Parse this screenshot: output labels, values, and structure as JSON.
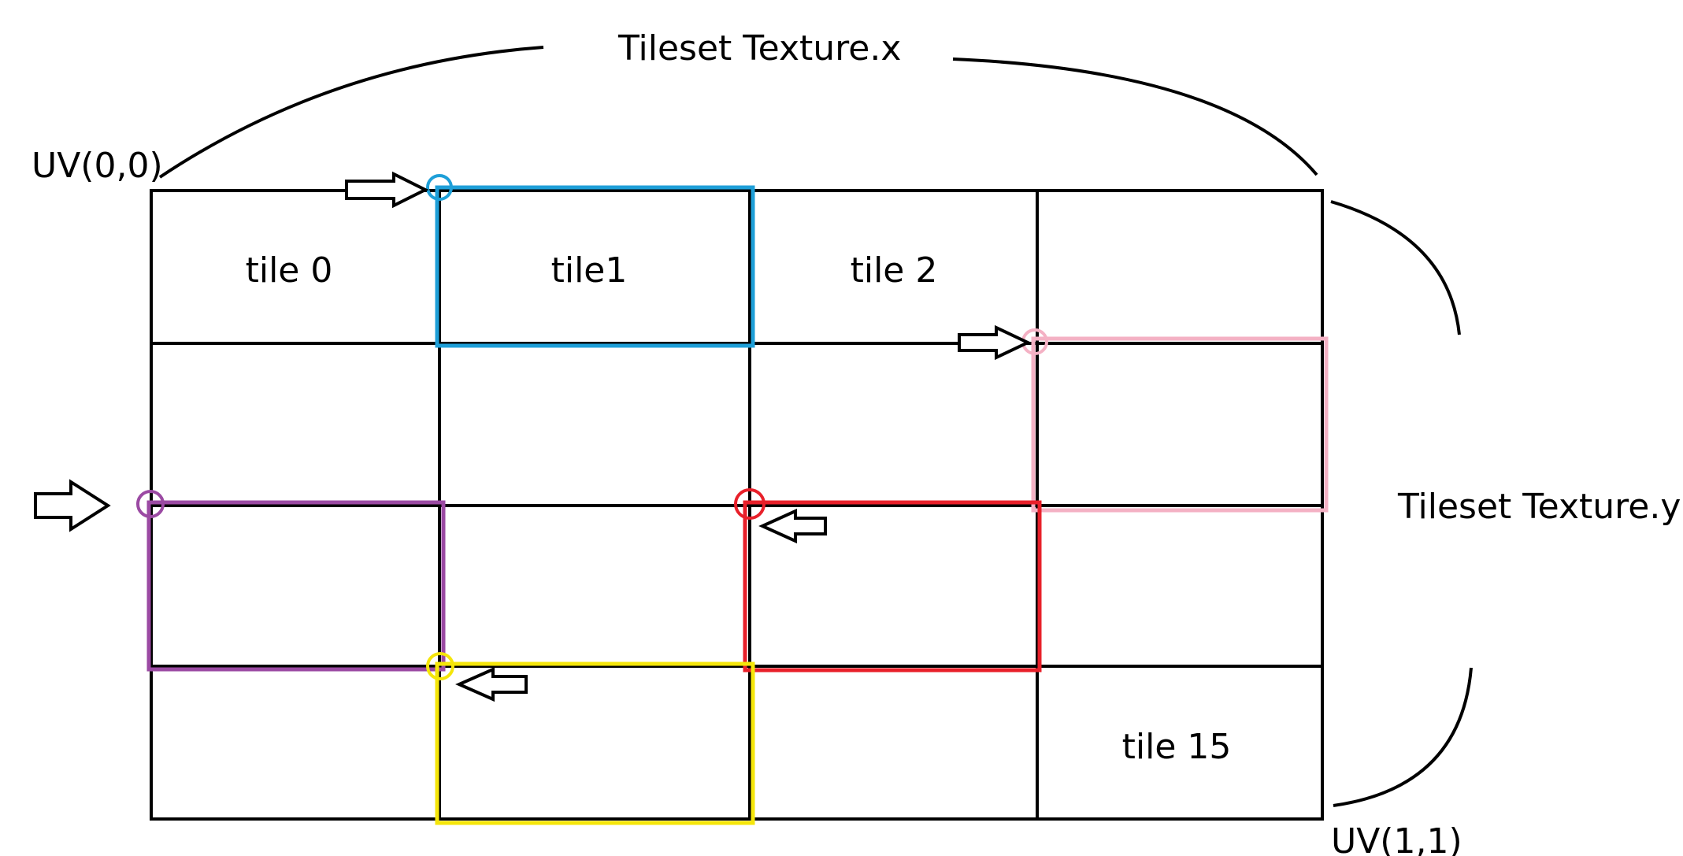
{
  "labels": {
    "texture_x": "Tileset Texture.x",
    "texture_y": "Tileset Texture.y",
    "uv_origin": "UV(0,0)",
    "uv_end": "UV(1,1)"
  },
  "tiles": {
    "tile0": "tile 0",
    "tile1": "tile1",
    "tile2": "tile 2",
    "tile15": "tile 15"
  },
  "colors": {
    "grid": "#000000",
    "blue": "#1e9fd8",
    "pink": "#f4b1c4",
    "purple": "#9b4aa3",
    "red": "#e8202a",
    "yellow": "#f5e60a"
  }
}
